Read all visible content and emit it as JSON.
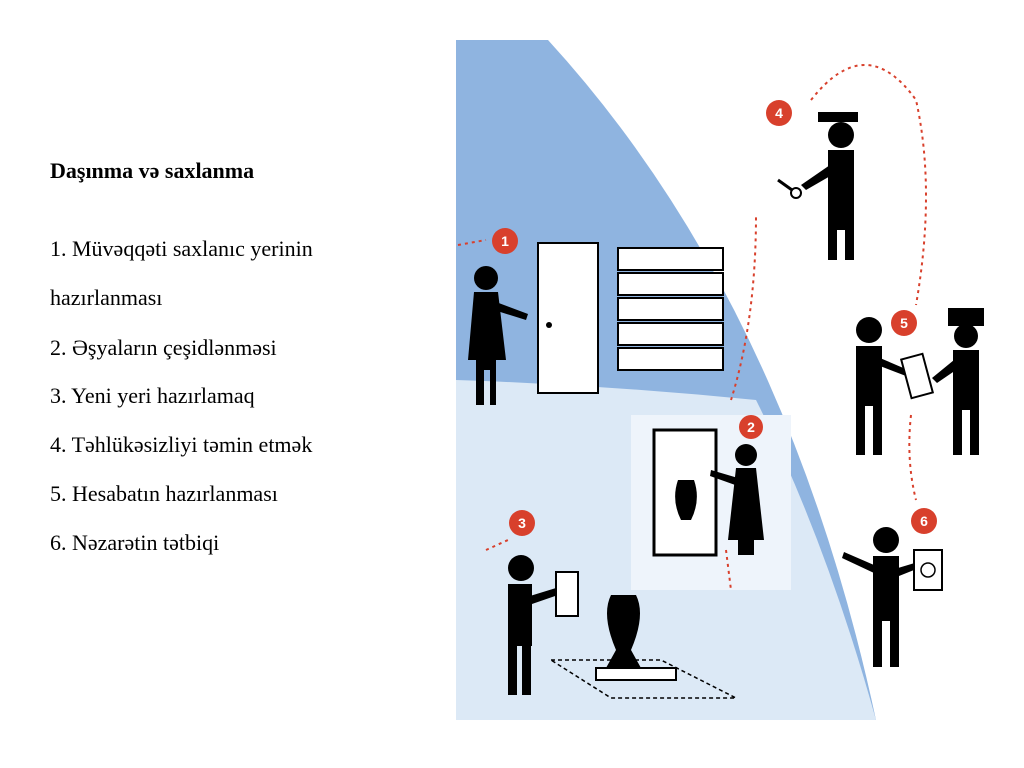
{
  "slide": {
    "title": "Daşınma və saxlanma",
    "items": [
      "1. Müvəqqəti saxlanıc yerinin",
      "hazırlanması",
      "2. Əşyaların çeşidlənməsi",
      "3. Yeni yeri hazırlamaq",
      "4. Təhlükəsizliyi təmin etmək",
      "5. Hesabatın hazırlanması",
      "6. Nəzarətin tətbiqi"
    ]
  },
  "illustration": {
    "badges": [
      "1",
      "2",
      "3",
      "4",
      "5",
      "6"
    ],
    "colors": {
      "badge": "#d8402c",
      "blue": "#8fb4e0",
      "pale": "#dce9f6",
      "figure": "#000000"
    }
  }
}
